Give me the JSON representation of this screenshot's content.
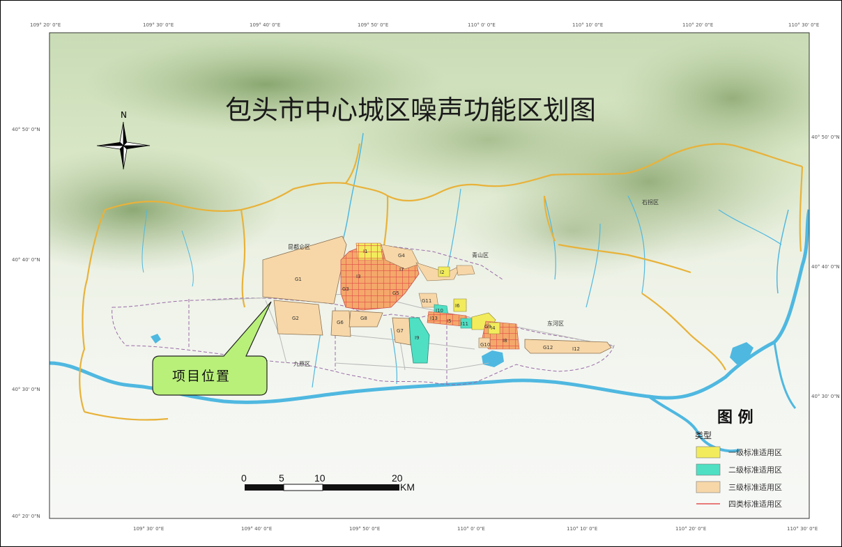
{
  "title": "包头市中心城区噪声功能区划图",
  "north_label": "N",
  "callout": "项目位置",
  "coords": {
    "top": [
      "109° 20' 0\"E",
      "109° 30' 0\"E",
      "109° 40' 0\"E",
      "109° 50' 0\"E",
      "110° 0' 0\"E",
      "110° 10' 0\"E",
      "110° 20' 0\"E",
      "110° 30' 0\"E"
    ],
    "bottom": [
      "109° 30' 0\"E",
      "109° 40' 0\"E",
      "109° 50' 0\"E",
      "110° 0' 0\"E",
      "110° 10' 0\"E",
      "110° 20' 0\"E",
      "110° 30' 0\"E"
    ],
    "left": [
      "40° 50' 0\"N",
      "40° 40' 0\"N",
      "40° 30' 0\"N",
      "40° 20' 0\"N"
    ],
    "right": [
      "40° 50' 0\"N",
      "40° 40' 0\"N",
      "40° 30' 0\"N"
    ]
  },
  "districts": [
    "石拐区",
    "昆都仑区",
    "青山区",
    "东河区",
    "九原区"
  ],
  "zones": [
    "G1",
    "G2",
    "G3",
    "G4",
    "G5",
    "G6",
    "G7",
    "G8",
    "G9",
    "G10",
    "G11",
    "G12",
    "I1",
    "I2",
    "I3",
    "I4",
    "I5",
    "I6",
    "I7",
    "I8",
    "I9",
    "I10",
    "I11",
    "I12",
    "I13"
  ],
  "legend": {
    "title": "图 例",
    "category": "类型",
    "items": [
      {
        "label": "一级标准适用区",
        "color": "#f2ec5c"
      },
      {
        "label": "二级标准适用区",
        "color": "#4fe0c4"
      },
      {
        "label": "三级标准适用区",
        "color": "#f7d7a8"
      },
      {
        "label": "四类标准适用区",
        "color": "#e87a78"
      }
    ]
  },
  "scale": {
    "labels": [
      "0",
      "5",
      "10",
      "20"
    ],
    "unit": "KM"
  }
}
